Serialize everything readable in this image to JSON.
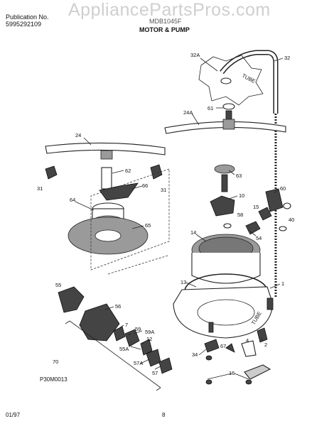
{
  "header": {
    "publication_label": "Publication No.",
    "publication_number": "5995292109",
    "model": "MDB1045F",
    "section_title": "MOTOR & PUMP"
  },
  "watermark": "AppliancePartsPros.com",
  "labels": {
    "l32a": "32A",
    "l32": "32",
    "l61": "61",
    "l24a": "24A",
    "l24": "24",
    "l62": "62",
    "l63": "63",
    "l31a": "31",
    "l31b": "31",
    "l66": "66",
    "l64": "64",
    "l10": "10",
    "l60": "60",
    "l15": "15",
    "l58": "58",
    "l65": "65",
    "l40": "40",
    "l14": "14",
    "l54": "54",
    "l13": "13",
    "l1": "1",
    "l55": "55",
    "l56": "56",
    "l7": "7",
    "l59": "59",
    "l59a": "59A",
    "l12": "12",
    "l55a": "55A",
    "l57a": "57A",
    "l57": "57",
    "l70": "70",
    "l34": "34",
    "l67": "67",
    "l2": "2",
    "l4": "4",
    "l16": "16",
    "tube_a": "TUBE",
    "tube_b": "TUBE"
  },
  "footer": {
    "diagram_code": "P30M0013",
    "date": "01/97",
    "page": "8"
  }
}
